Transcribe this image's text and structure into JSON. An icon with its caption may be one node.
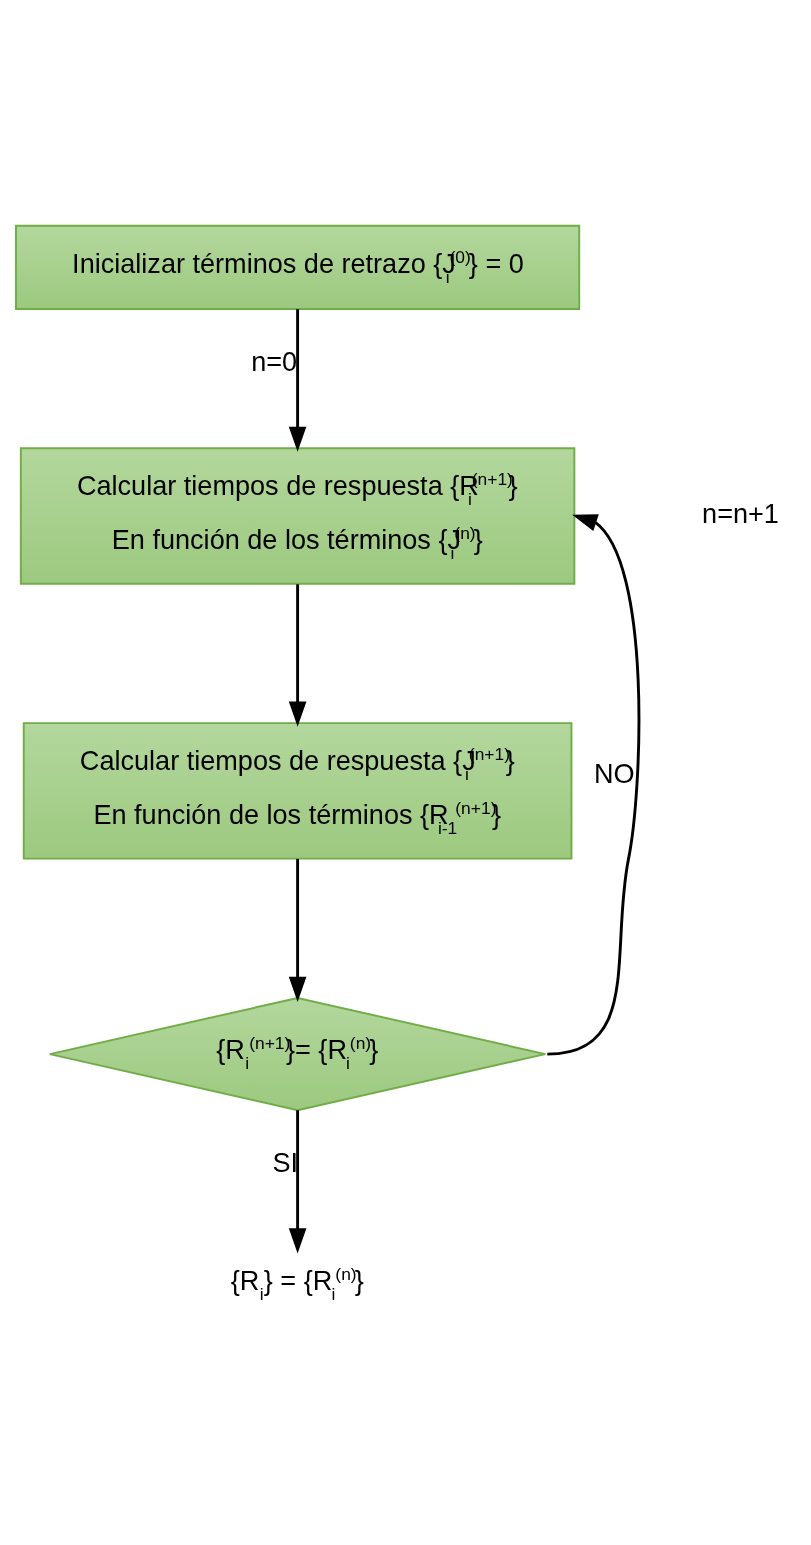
{
  "diagram": {
    "nodes": [
      {
        "text": [
          "Inicializar términos de retrazo {J$_{i}$$^{(0)}$} = 0"
        ]
      },
      {
        "text": [
          "Calcular tiempos de respuesta {R$_{i}$$^{(n+1)}$}",
          "En función de los términos {J$_{i}$$^{(n)}$}"
        ]
      },
      {
        "text": [
          "Calcular tiempos de respuesta {J$_{i}$$^{(n+1)}$}",
          "En función de los términos {R$_{i-1}$$^{(n+1)}$}"
        ]
      },
      {
        "text": [
          "{R$_{i}$$^{(n+1)}$}= {R$_{i}$$^{(n)}$}"
        ]
      },
      {
        "text": [
          "{R$_{i}$} = {R$_{i}$$^{(n)}$}"
        ]
      }
    ],
    "edges": [
      {
        "from": 0,
        "to": 1,
        "arrow": "to",
        "label": "n=0"
      },
      {
        "from": 1,
        "to": 2,
        "arrow": "to"
      },
      {
        "from": 2,
        "to": 3,
        "arrow": "to"
      },
      {
        "from": 3,
        "to": 4,
        "arrow": "to",
        "label": "SI"
      },
      {
        "from": 3,
        "to": 1,
        "arrow": "to",
        "label": "NO"
      }
    ],
    "labels": [
      "n=n+1"
    ]
  }
}
